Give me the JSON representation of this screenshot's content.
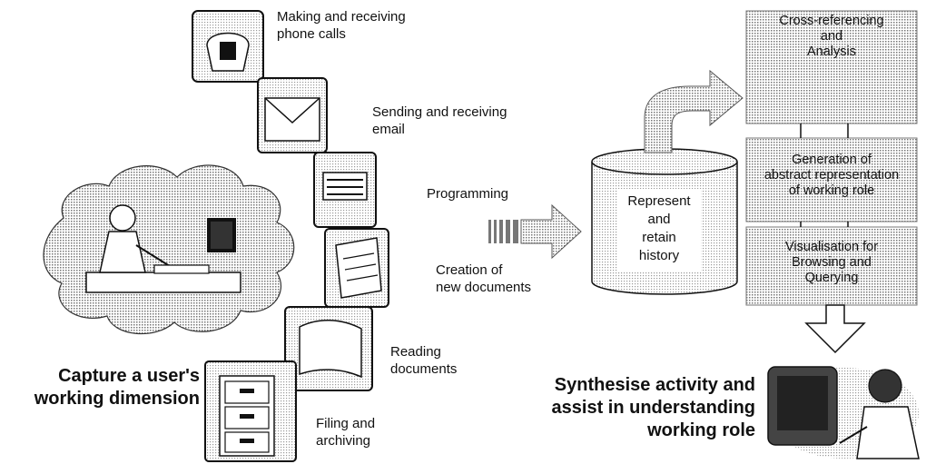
{
  "activities": {
    "phone": "Making and receiving\nphone calls",
    "email": "Sending and receiving\nemail",
    "programming": "Programming",
    "creation": "Creation of\nnew documents",
    "reading": "Reading\ndocuments",
    "filing": "Filing and\narchiving"
  },
  "capture_caption": "Capture a user's\nworking dimension",
  "history_store": "Represent\nand\nretain\nhistory",
  "process_steps": [
    "Cross-referencing\nand\nAnalysis",
    "Generation of\nabstract representation\nof working role",
    "Visualisation for\nBrowsing and\nQuerying"
  ],
  "synthesise_caption": "Synthesise activity and\nassist in understanding\nworking role"
}
